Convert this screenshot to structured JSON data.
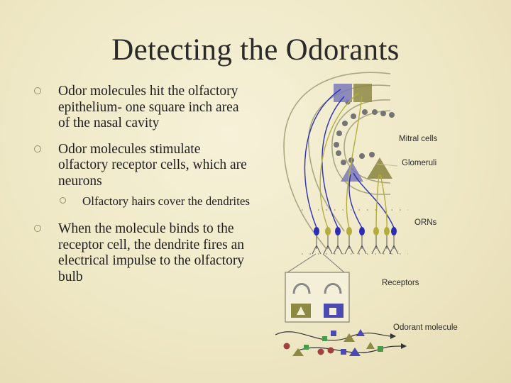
{
  "slide": {
    "title": "Detecting the Odorants",
    "bullets": [
      {
        "text": "Odor molecules hit the olfactory epithelium- one square inch area of the nasal cavity"
      },
      {
        "text": "Odor molecules stimulate olfactory receptor cells, which are neurons"
      },
      {
        "text": "Olfactory hairs cover the dendrites"
      },
      {
        "text": "When the molecule binds to the receptor cell, the dendrite fires an electrical impulse to the olfactory bulb"
      }
    ]
  },
  "diagram": {
    "labels": {
      "mitral_cells": "Mitral cells",
      "glomeruli": "Glomeruli",
      "orns": "ORNs",
      "receptors": "Receptors",
      "odorant_molecule": "Odorant molecule"
    },
    "colors": {
      "olive": "#8e8a44",
      "purple": "#7b79b8",
      "blue_neuron": "#2b2db5",
      "yellow_neuron": "#b4ad3c",
      "mitral_dot": "#747474",
      "red_molecule": "#a04040",
      "green_molecule": "#4a9a4a"
    }
  }
}
